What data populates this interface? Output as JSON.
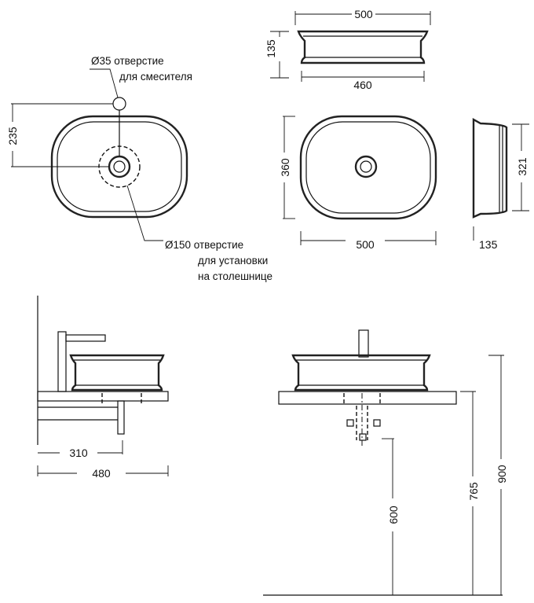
{
  "notes": {
    "mixer_hole_line1": "Ø35 отверстие",
    "mixer_hole_line2": "для смесителя",
    "counter_hole_line1": "Ø150 отверстие",
    "counter_hole_line2": "для установки",
    "counter_hole_line3": "на столешнице"
  },
  "dimensions": {
    "front_top_width": "500",
    "front_height": "135",
    "front_base_width": "460",
    "plan_offset": "235",
    "plan_depth": "360",
    "plan_width": "500",
    "side_height": "321",
    "side_width": "135",
    "side_elev_310": "310",
    "side_elev_480": "480",
    "height_600": "600",
    "height_765": "765",
    "height_900": "900"
  }
}
